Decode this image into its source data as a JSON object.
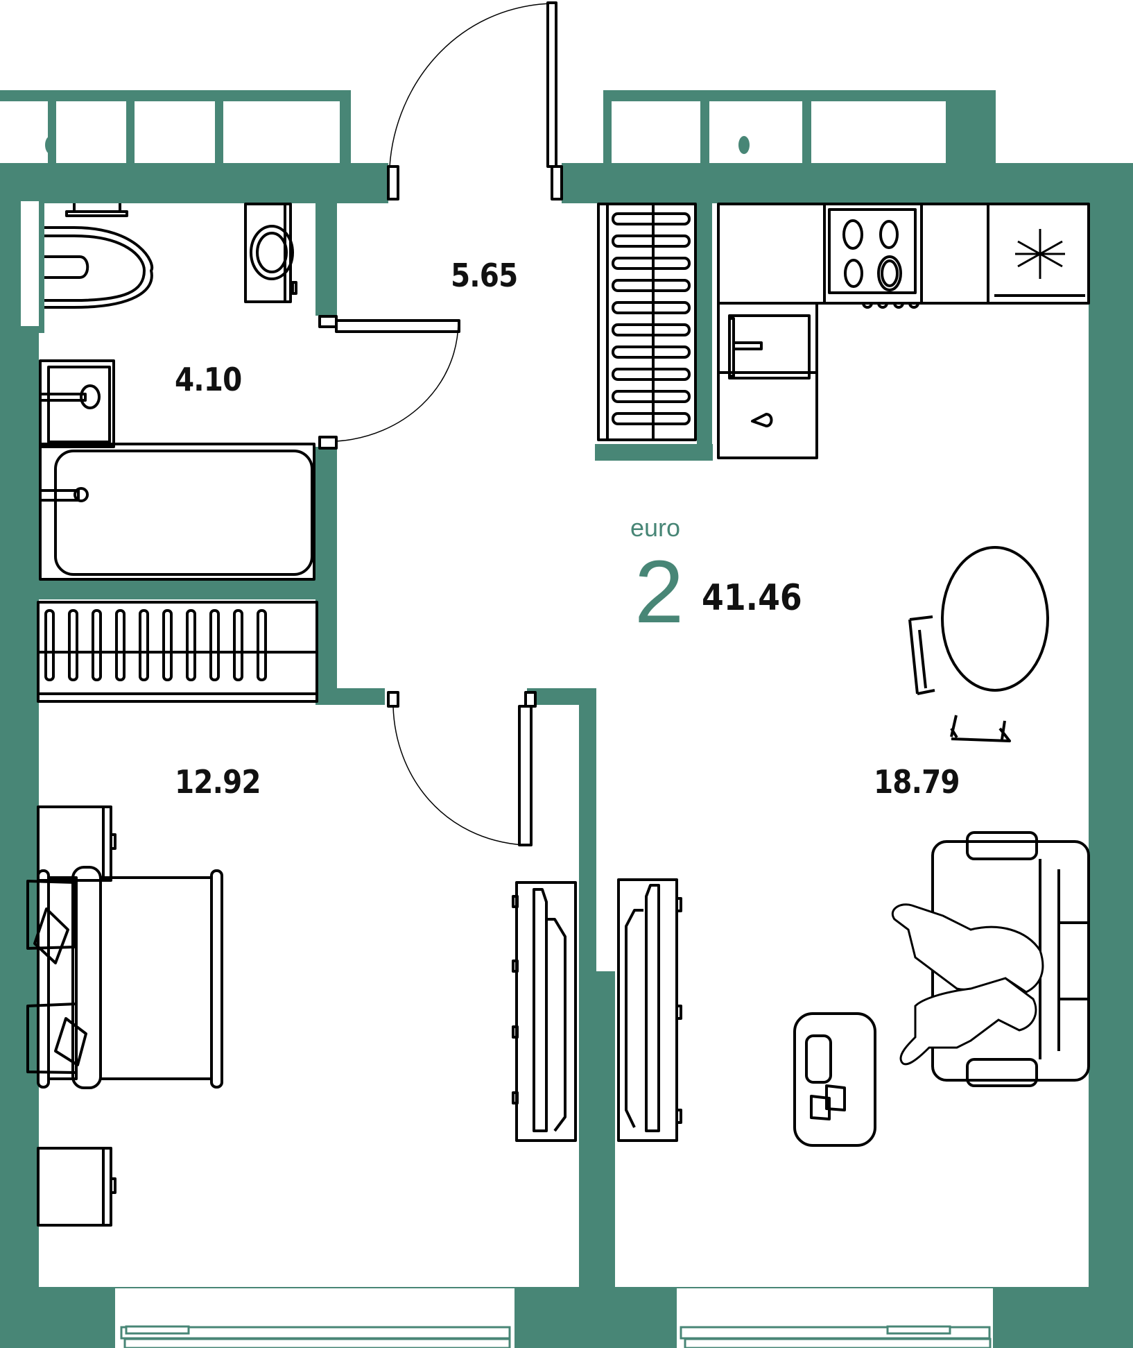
{
  "plan": {
    "type_label": "euro",
    "room_count": "2",
    "total_area": "41.46",
    "wall_color": "#488676",
    "rooms": [
      {
        "name": "bathroom",
        "area": "4.10"
      },
      {
        "name": "hallway",
        "area": "5.65"
      },
      {
        "name": "bedroom",
        "area": "12.92"
      },
      {
        "name": "kitchen-living",
        "area": "18.79"
      }
    ],
    "fixtures": [
      "toilet",
      "washing-machine",
      "sink",
      "bathtub",
      "wardrobe",
      "hob",
      "fridge",
      "kitchen-sink",
      "dishwasher",
      "dining-table",
      "chairs",
      "bed",
      "nightstands",
      "tv-stand",
      "sofa",
      "coffee-table"
    ]
  }
}
